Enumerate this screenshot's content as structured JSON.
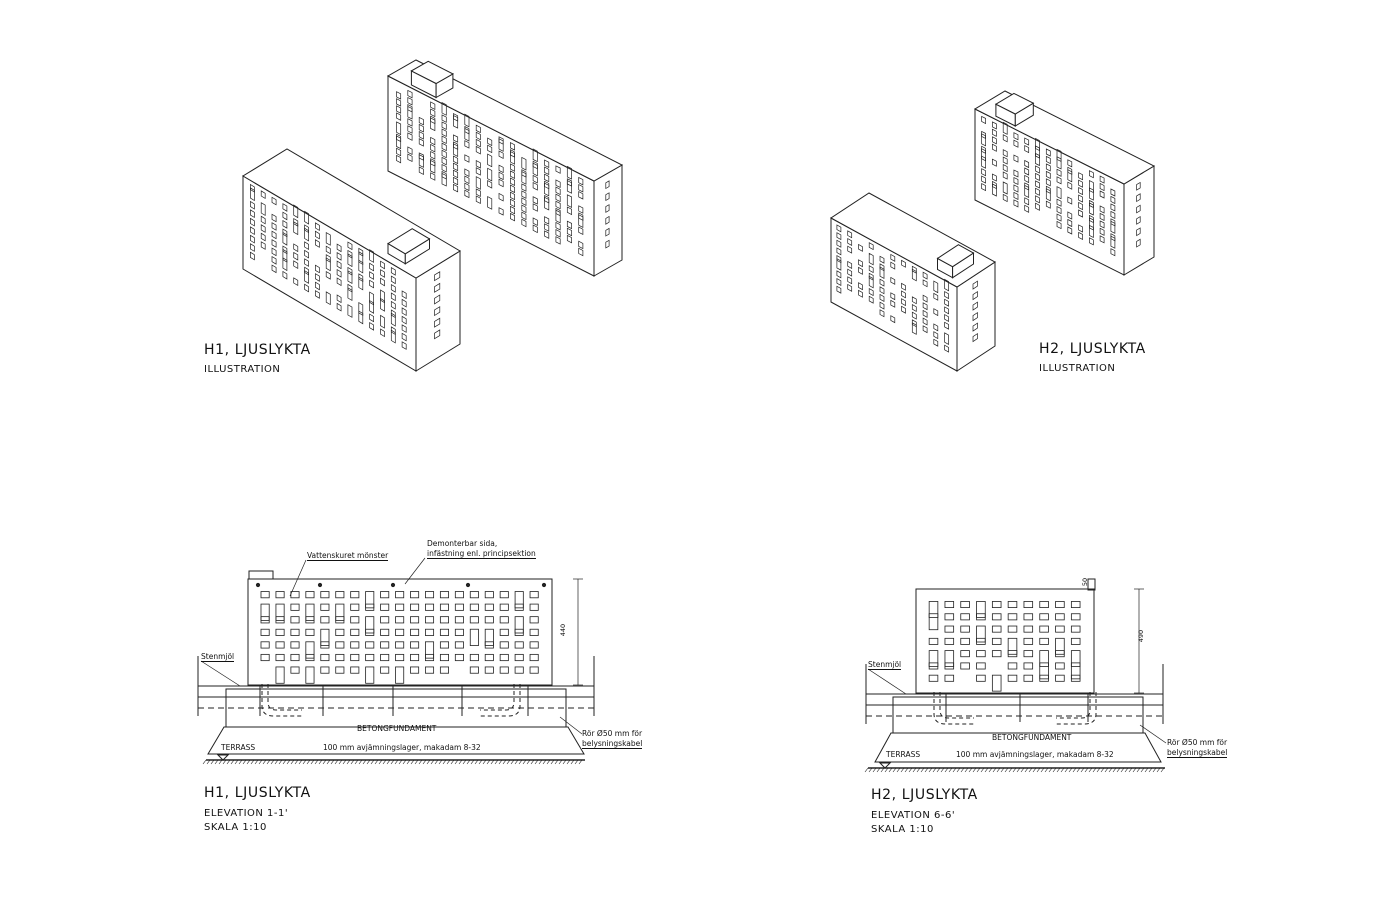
{
  "panels": {
    "h1_illustration": {
      "title": "H1, LJUSLYKTA",
      "subtitle": "ILLUSTRATION"
    },
    "h2_illustration": {
      "title": "H2, LJUSLYKTA",
      "subtitle": "ILLUSTRATION"
    },
    "h1_elevation": {
      "title": "H1, LJUSLYKTA",
      "line1": "ELEVATION 1-1'",
      "line2": "SKALA 1:10"
    },
    "h2_elevation": {
      "title": "H2, LJUSLYKTA",
      "line1": "ELEVATION 6-6'",
      "line2": "SKALA 1:10"
    }
  },
  "h1_notes": {
    "pattern": "Vattenskuret mönster",
    "removable_1": "Demonterbar sida,",
    "removable_2": "infästning enl. principsektion",
    "height": "440",
    "stone": "Stenmjöl",
    "foundation": "BETONGFUNDAMENT",
    "terrace": "TERRASS",
    "leveling": "100 mm avjämningslager, makadam 8-32",
    "pipe_1": "Rör Ø50 mm för",
    "pipe_2": "belysningskabel"
  },
  "h2_notes": {
    "top_dim": "50",
    "height": "490",
    "stone": "Stenmjöl",
    "foundation": "BETONGFUNDAMENT",
    "terrace": "TERRASS",
    "leveling": "100 mm avjämningslager, makadam 8-32",
    "pipe_1": "Rör Ø50 mm för",
    "pipe_2": "belysningskabel"
  }
}
